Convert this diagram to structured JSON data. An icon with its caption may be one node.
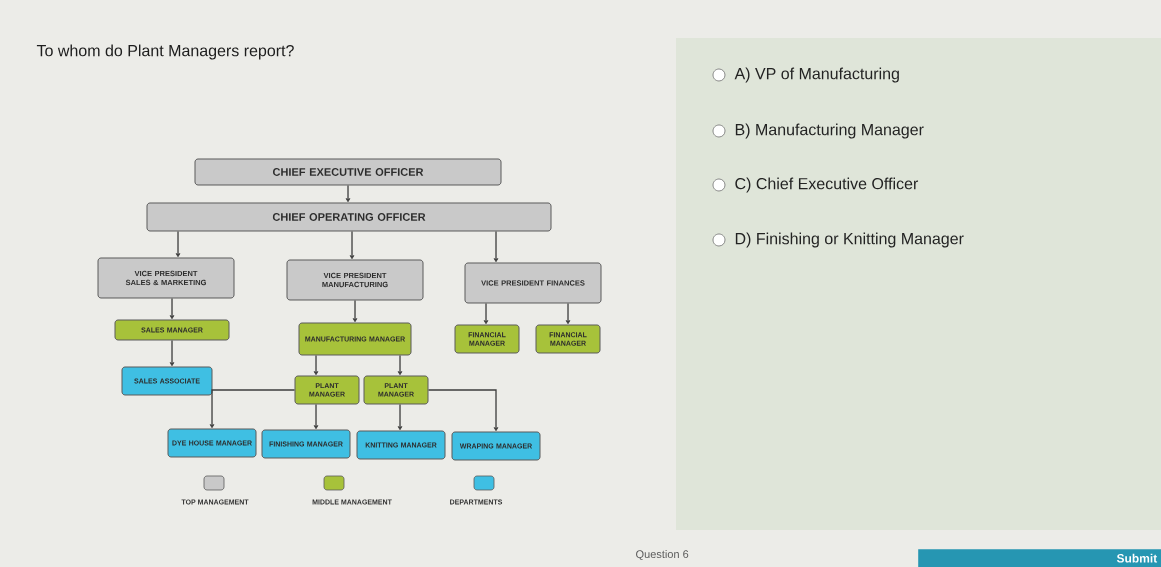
{
  "diagram": {
    "title": "To whom do Plant Managers report?",
    "nodes": [
      {
        "text": [
          "CHIEF EXECUTIVE OFFICER"
        ]
      },
      {
        "text": [
          "CHIEF OPERATING OFFICER"
        ]
      },
      {
        "text": [
          "VICE PRESIDENT SALES & MARKETING"
        ]
      },
      {
        "text": [
          "VICE PRESIDENT MANUFACTURING"
        ]
      },
      {
        "text": [
          "VICE PRESIDENT FINANCES"
        ]
      },
      {
        "text": [
          "SALES MANAGER"
        ]
      },
      {
        "text": [
          "MANUFACTURING MANAGER"
        ]
      },
      {
        "text": [
          "FINANCIAL MANAGER"
        ]
      },
      {
        "text": [
          "FINANCIAL MANAGER"
        ]
      },
      {
        "text": [
          "SALES ASSOCIATE"
        ]
      },
      {
        "text": [
          "PLANT MANAGER"
        ]
      },
      {
        "text": [
          "PLANT MANAGER"
        ]
      },
      {
        "text": [
          "DYE HOUSE MANAGER"
        ]
      },
      {
        "text": [
          "FINISHING MANAGER"
        ]
      },
      {
        "text": [
          "KNITTING MANAGER"
        ]
      },
      {
        "text": [
          "WRAPING MANAGER"
        ]
      }
    ],
    "edges": [
      {
        "from": 0,
        "to": 1,
        "arrow": "to"
      },
      {
        "from": 1,
        "to": 2,
        "arrow": "to"
      },
      {
        "from": 1,
        "to": 3,
        "arrow": "to"
      },
      {
        "from": 1,
        "to": 4,
        "arrow": "to"
      },
      {
        "from": 2,
        "to": 5,
        "arrow": "to"
      },
      {
        "from": 3,
        "to": 6,
        "arrow": "to"
      },
      {
        "from": 4,
        "to": 7,
        "arrow": "to"
      },
      {
        "from": 4,
        "to": 8,
        "arrow": "to"
      },
      {
        "from": 5,
        "to": 9,
        "arrow": "to"
      },
      {
        "from": 6,
        "to": 10,
        "arrow": "to"
      },
      {
        "from": 6,
        "to": 11,
        "arrow": "to"
      },
      {
        "from": 10,
        "to": 12,
        "arrow": "to"
      },
      {
        "from": 10,
        "to": 13,
        "arrow": "to"
      },
      {
        "from": 11,
        "to": 14,
        "arrow": "to"
      },
      {
        "from": 11,
        "to": 15,
        "arrow": "to"
      }
    ],
    "labels": [
      "A) VP of Manufacturing",
      "B) Manufacturing Manager",
      "C) Chief Executive Officer",
      "D) Finishing or Knitting Manager",
      "Question 6",
      "Submit"
    ],
    "legend": [
      {
        "text": "TOP MANAGEMENT",
        "color": "#c9c9c9"
      },
      {
        "text": "MIDDLE MANAGEMENT",
        "color": "#a7c23a"
      },
      {
        "text": "DEPARTMENTS",
        "color": "#3fbfe3"
      }
    ]
  }
}
